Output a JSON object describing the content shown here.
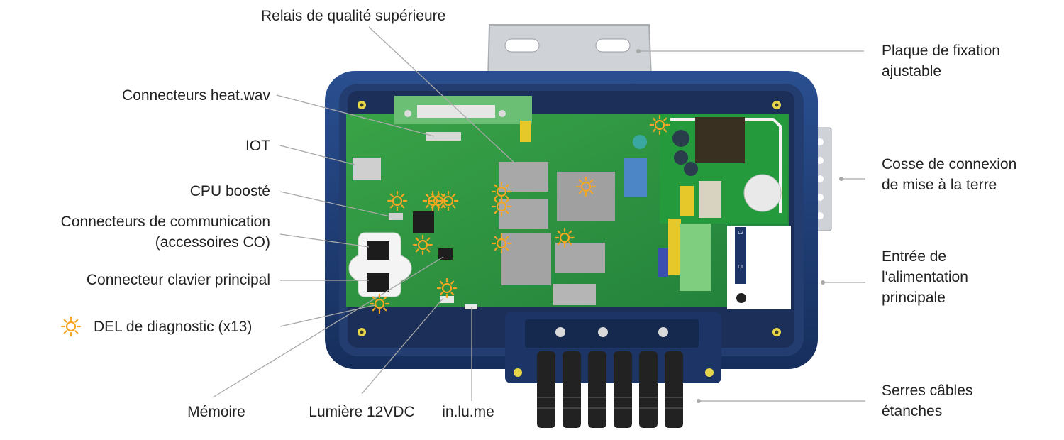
{
  "labels": {
    "relais": "Relais de qualité supérieure",
    "plaque": [
      "Plaque de fixation",
      "ajustable"
    ],
    "connecteurs_heat": "Connecteurs heat.wav",
    "iot": "IOT",
    "cpu": "CPU boosté",
    "comm": [
      "Connecteurs de communication",
      "(accessoires CO)"
    ],
    "clavier": "Connecteur clavier principal",
    "del": "DEL de diagnostic (x13)",
    "memoire": "Mémoire",
    "lumiere": "Lumière 12VDC",
    "inlume": "in.lu.me",
    "cosse": [
      "Cosse de connexion",
      "de mise à la terre"
    ],
    "entree": [
      "Entrée de",
      "l'alimentation",
      "principale"
    ],
    "serres": [
      "Serres câbles",
      "étanches"
    ]
  },
  "terminal_text": {
    "l2": "L2",
    "l1": "L1"
  },
  "colors": {
    "enclosure": "#1f3f78",
    "pcb": "#2f9a3e",
    "led": "#f5a623",
    "leader": "#a8a8a8",
    "text": "#222222"
  }
}
